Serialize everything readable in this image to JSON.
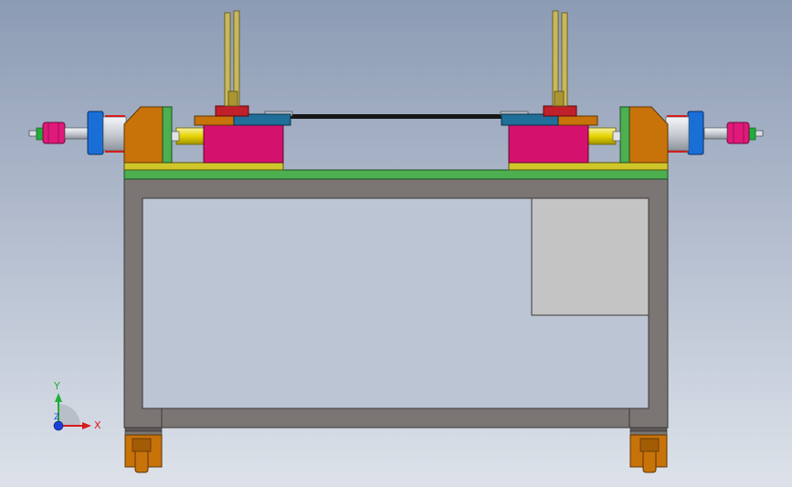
{
  "viewport": {
    "background_top": "#8c9bb4",
    "background_bottom": "#dde2ea"
  },
  "triad": {
    "x_label": "X",
    "y_label": "Y",
    "z_label": "Z",
    "x_color": "#d81b1b",
    "y_color": "#1fae3a",
    "z_color": "#1c3fd6"
  },
  "colors": {
    "frame": "#7b7674",
    "frame_edge": "#3a3838",
    "panel": "#c4c4c4",
    "base_plate": "#4caf50",
    "rail": "#cfc72a",
    "slide_block": "#d4126d",
    "bracket": "#c8720a",
    "cylinder_ring": "#1a6fd6",
    "cylinder_body": "#e0e4ea",
    "fitting": "#e0197a",
    "connector": "#c0202a",
    "arm": "#1f6f9a",
    "jaw": "#c9b85a",
    "rod": "#161616",
    "foot": "#c8720a",
    "yellow_pin": "#e6d400"
  }
}
